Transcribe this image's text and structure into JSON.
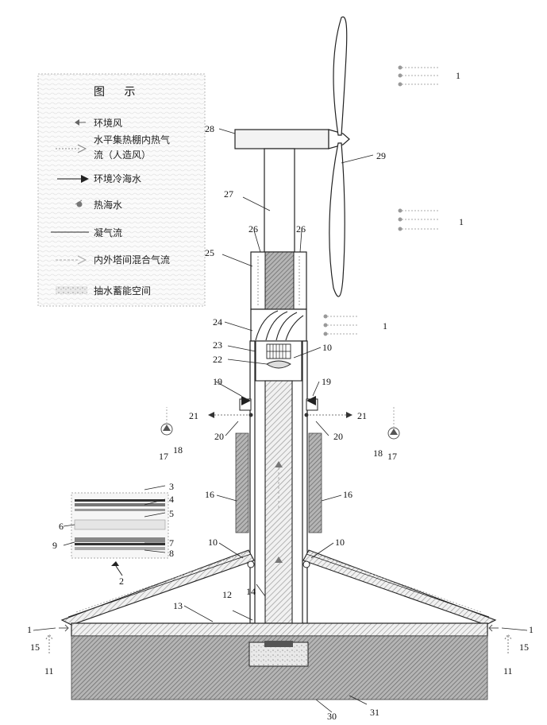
{
  "legend": {
    "title": "图 示",
    "items": [
      {
        "label": "环境风"
      },
      {
        "label": "水平集热棚内热气"
      },
      {
        "label": "流（人造风）"
      },
      {
        "label": "环境冷海水"
      },
      {
        "label": "热海水"
      },
      {
        "label": "凝气流"
      },
      {
        "label": "内外塔间混合气流"
      },
      {
        "label": "抽水蓄能空间"
      }
    ]
  },
  "labels": {
    "n1a": "1",
    "n1b": "1",
    "n1c": "1",
    "n1d": "1",
    "n1e": "1",
    "n2": "2",
    "n3": "3",
    "n4": "4",
    "n5": "5",
    "n6": "6",
    "n7": "7",
    "n8": "8",
    "n9": "9",
    "n10a": "10",
    "n10b": "10",
    "n10c": "10",
    "n11a": "11",
    "n11b": "11",
    "n12": "12",
    "n13": "13",
    "n14": "14",
    "n15a": "15",
    "n15b": "15",
    "n16a": "16",
    "n16b": "16",
    "n17a": "17",
    "n17b": "17",
    "n18a": "18",
    "n18b": "18",
    "n19a": "19",
    "n19b": "19",
    "n20a": "20",
    "n20b": "20",
    "n21a": "21",
    "n21b": "21",
    "n22": "22",
    "n23": "23",
    "n24": "24",
    "n25": "25",
    "n26a": "26",
    "n26b": "26",
    "n27": "27",
    "n28": "28",
    "n29": "29",
    "n30": "30",
    "n31": "31"
  },
  "colors": {
    "line": "#222222",
    "hatch": "#8a8a8a",
    "water": "#9a9a9a",
    "strip_dark": "#333333"
  }
}
